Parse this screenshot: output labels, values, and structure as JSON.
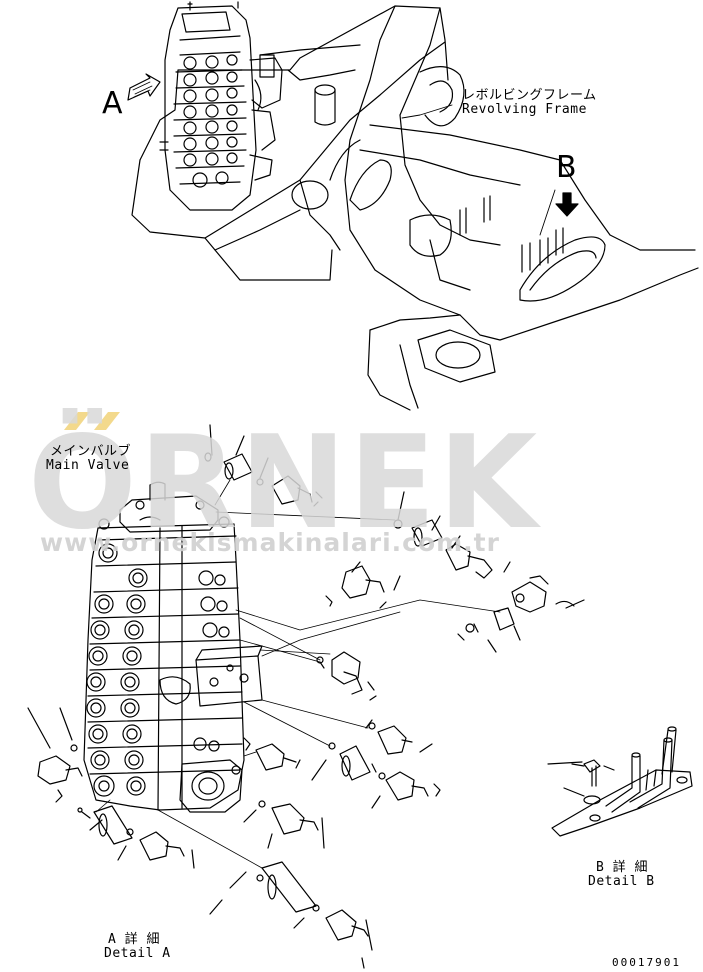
{
  "labels": {
    "view_a": "A",
    "view_b": "B",
    "frame_jp": "レボルビングフレーム",
    "frame_en": "Revolving Frame",
    "valve_jp": "メインバルブ",
    "valve_en": "Main Valve",
    "detail_b_jp": "B 詳 細",
    "detail_b_en": "Detail B",
    "detail_a_jp": "A 詳 細",
    "detail_a_en": "Detail A",
    "drawing_no": "00017901"
  },
  "watermark": {
    "brand": "ÖRNEK",
    "url": "www.ornekismakinalari.com.tr",
    "accent_color": "#f3d98c"
  }
}
